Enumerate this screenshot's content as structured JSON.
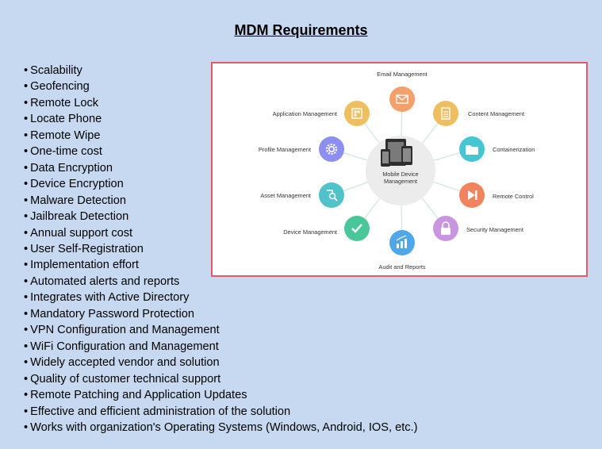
{
  "slide": {
    "title": "MDM Requirements",
    "requirements": [
      "Scalability",
      "Geofencing",
      "Remote Lock",
      "Locate Phone",
      "Remote Wipe",
      "One-time cost",
      "Data Encryption",
      "Device Encryption",
      "Malware Detection",
      "Jailbreak Detection",
      "Annual support cost",
      "User Self-Registration",
      "Implementation effort",
      "Automated alerts and reports",
      "Integrates with Active Directory",
      "Mandatory Password Protection",
      "VPN Configuration and Management",
      "WiFi Configuration and Management",
      "Widely accepted vendor and solution",
      "Quality of customer technical support",
      "Remote Patching and Application Updates",
      "Effective and efficient administration of the solution",
      "Works with organization's Operating Systems (Windows, Android, IOS, etc.)"
    ]
  },
  "diagram": {
    "center": {
      "line1": "Mobile Device",
      "line2": "Management",
      "icon": "devices-icon"
    },
    "nodes": [
      {
        "label": "Email Management",
        "color": "#f5a06a",
        "icon": "envelope-icon"
      },
      {
        "label": "Content Management",
        "color": "#efbe5e",
        "icon": "document-icon"
      },
      {
        "label": "Containerization",
        "color": "#45c6d3",
        "icon": "folder-icon"
      },
      {
        "label": "Remote Control",
        "color": "#f2845d",
        "icon": "play-icon"
      },
      {
        "label": "Security Management",
        "color": "#c994e0",
        "icon": "lock-icon"
      },
      {
        "label": "Audit and Reports",
        "color": "#4fa6e8",
        "icon": "chart-icon"
      },
      {
        "label": "Device Management",
        "color": "#49c79a",
        "icon": "check-icon"
      },
      {
        "label": "Asset Management",
        "color": "#4fc3c9",
        "icon": "search-icon"
      },
      {
        "label": "Profile Management",
        "color": "#8c8ef0",
        "icon": "gear-icon"
      },
      {
        "label": "Application Management",
        "color": "#efbe5e",
        "icon": "app-grid-icon"
      }
    ]
  }
}
